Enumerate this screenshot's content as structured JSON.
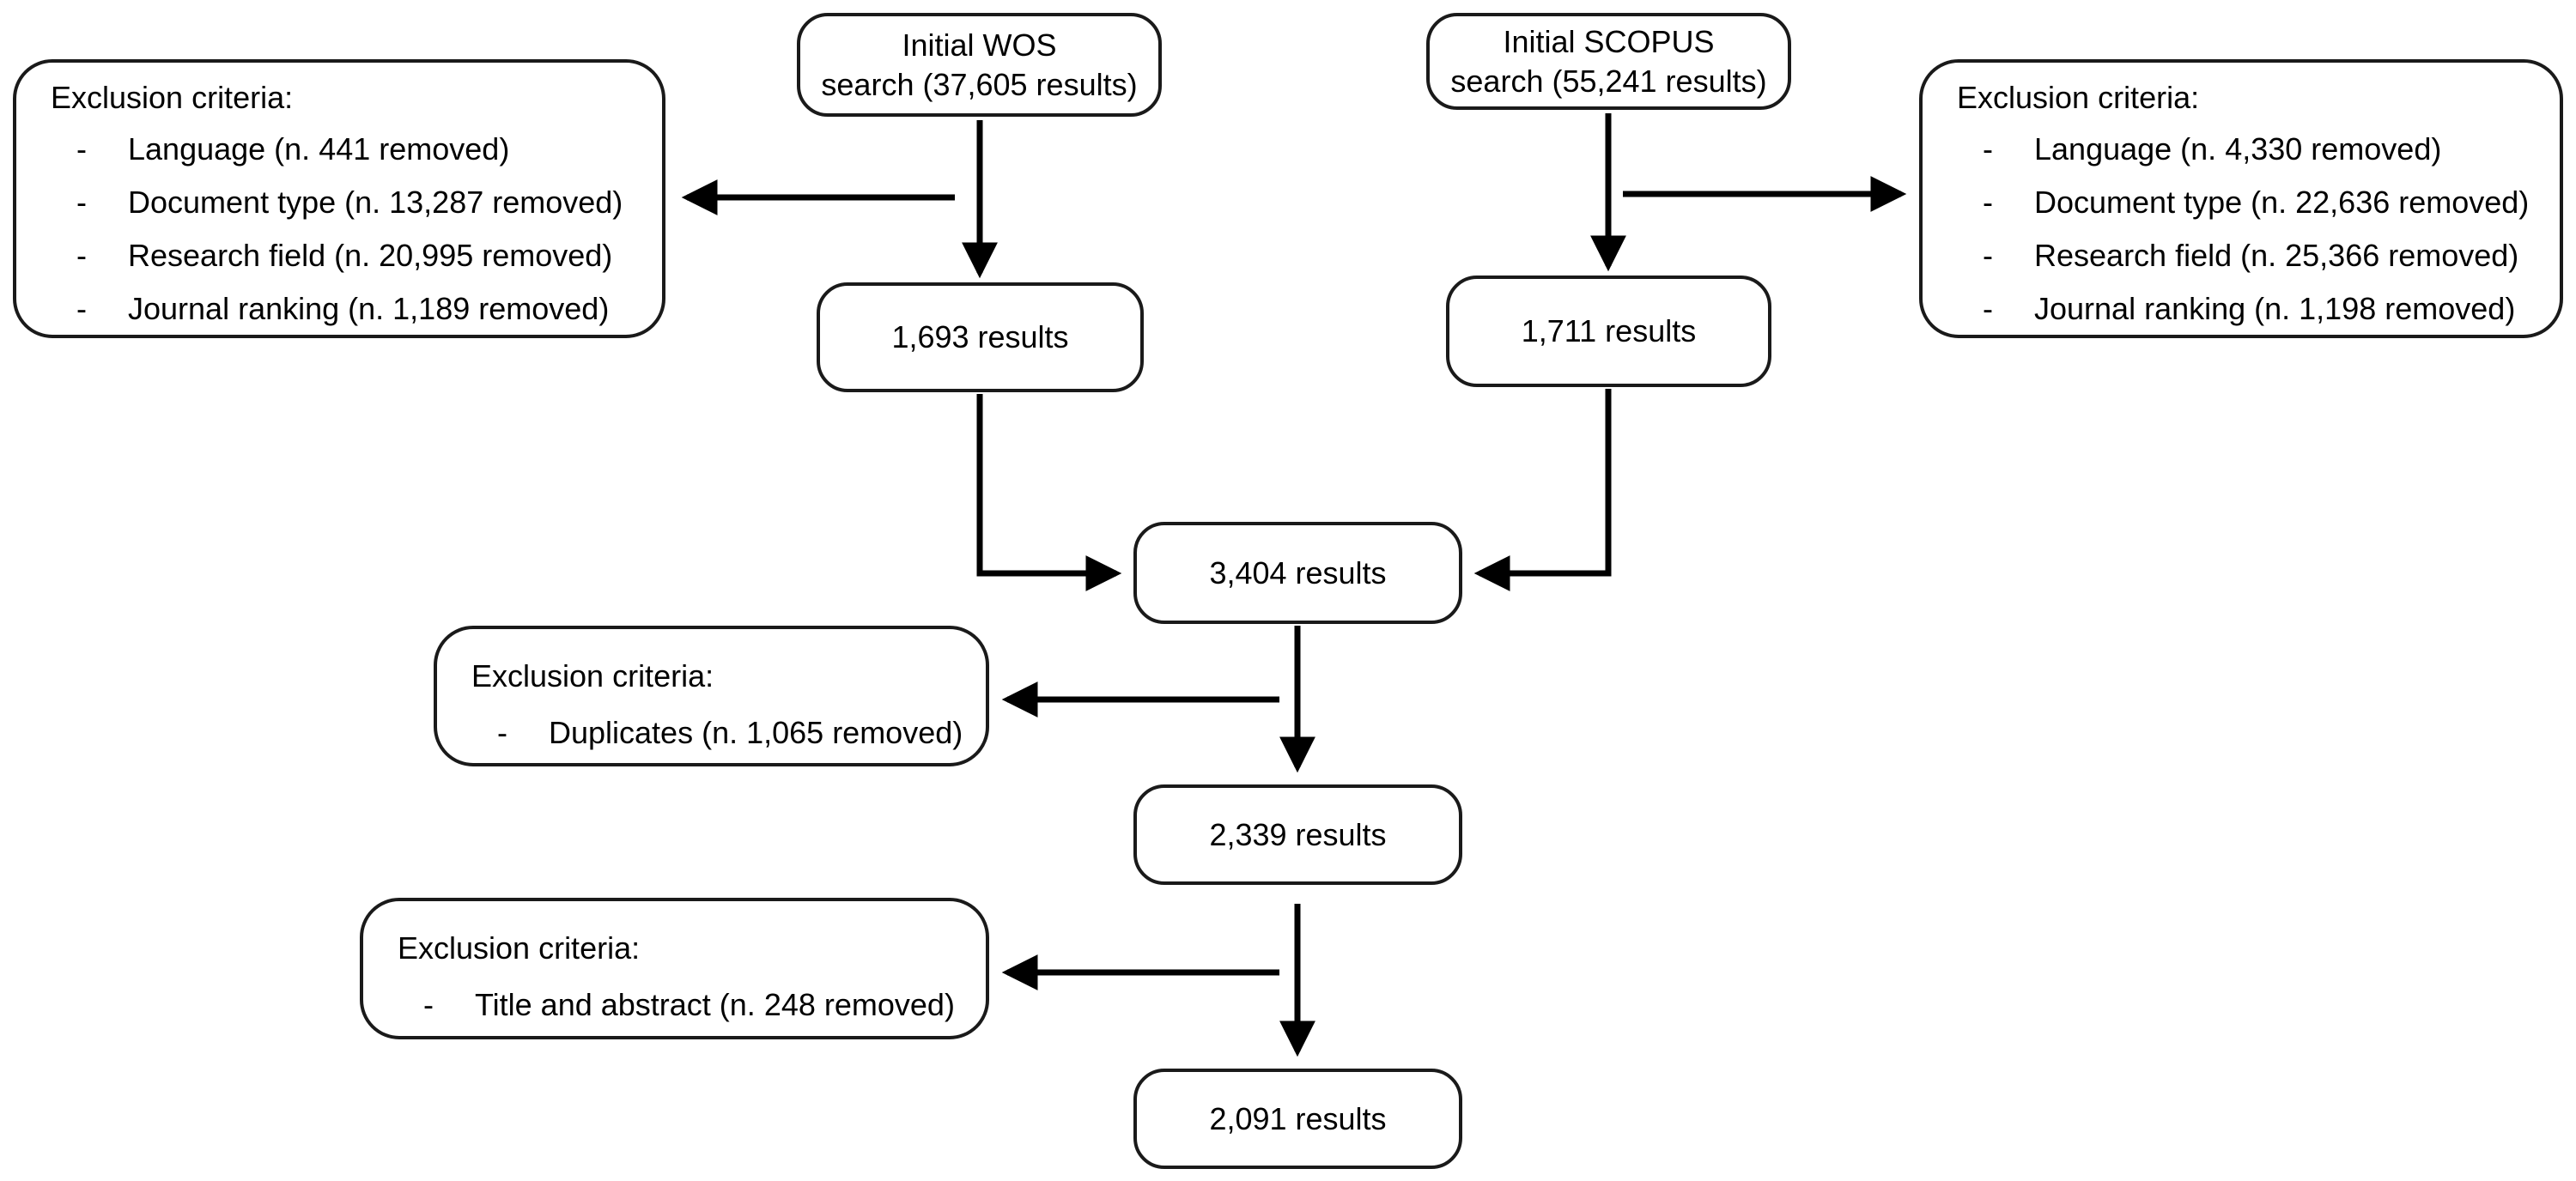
{
  "diagram": {
    "type": "prisma-flowchart",
    "bullet": "-",
    "colors": {
      "background": "#ffffff",
      "box_border": "#1a1a1a",
      "arrow": "#000000",
      "text": "#000000"
    },
    "nodes": {
      "initial_wos": {
        "lines": [
          "Initial WOS",
          "search (37,605 results)"
        ]
      },
      "initial_scopus": {
        "lines": [
          "Initial SCOPUS",
          "search (55,241 results)"
        ]
      },
      "left_exclusion": {
        "title": "Exclusion criteria:",
        "items": [
          "Language (n. 441 removed)",
          "Document type (n. 13,287 removed)",
          "Research field (n. 20,995 removed)",
          "Journal ranking (n. 1,189 removed)"
        ]
      },
      "right_exclusion": {
        "title": "Exclusion criteria:",
        "items": [
          "Language (n. 4,330 removed)",
          "Document type (n. 22,636 removed)",
          "Research field (n. 25,366 removed)",
          "Journal ranking (n. 1,198 removed)"
        ]
      },
      "wos_filtered": {
        "label": "1,693 results"
      },
      "scopus_filtered": {
        "label": "1,711 results"
      },
      "merged": {
        "label": "3,404 results"
      },
      "duplicates_exclusion": {
        "title": "Exclusion criteria:",
        "items": [
          "Duplicates (n. 1,065 removed)"
        ]
      },
      "deduplicated": {
        "label": "2,339 results"
      },
      "title_abstract_exclusion": {
        "title": "Exclusion criteria:",
        "items": [
          "Title and abstract (n. 248 removed)"
        ]
      },
      "final": {
        "label": "2,091 results"
      }
    }
  }
}
